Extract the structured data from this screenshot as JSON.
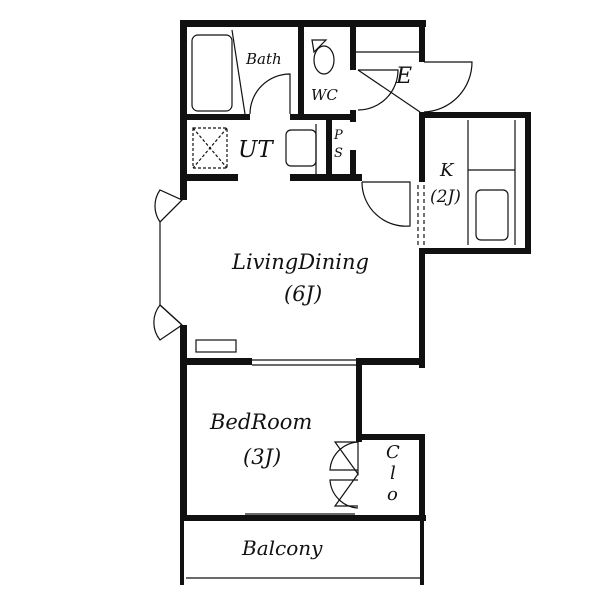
{
  "rooms": {
    "bath": "Bath",
    "wc": "WC",
    "entrance": "E",
    "utility": "UT",
    "ps_p": "P",
    "ps_s": "S",
    "kitchen": "K",
    "kitchen_size": "(2J)",
    "living": "LivingDining",
    "living_size": "(6J)",
    "bedroom": "BedRoom",
    "bedroom_size": "(3J)",
    "closet_c": "C",
    "closet_l": "l",
    "closet_o": "o",
    "balcony": "Balcony"
  },
  "colors": {
    "wall": "#111111",
    "background": "#ffffff"
  }
}
